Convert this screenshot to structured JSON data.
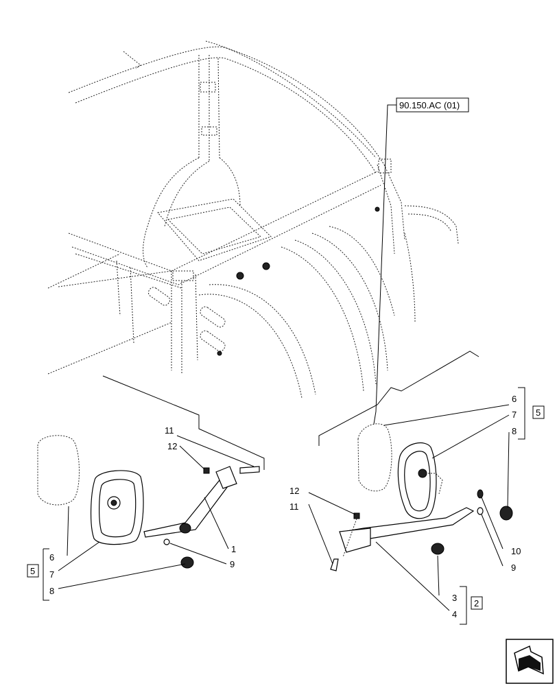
{
  "reference": "90.150.AC (01)",
  "callouts": {
    "l1": "1",
    "l2": "2",
    "l3": "3",
    "l4": "4",
    "l5a": "5",
    "l5b": "5",
    "l6a": "6",
    "l6b": "6",
    "l7a": "7",
    "l7b": "7",
    "l8a": "8",
    "l8b": "8",
    "l9a": "9",
    "l9b": "9",
    "l10": "10",
    "l11a": "11",
    "l11b": "11",
    "l12a": "12",
    "l12b": "12"
  },
  "icons": {
    "nav": "arrow-nav-icon"
  }
}
